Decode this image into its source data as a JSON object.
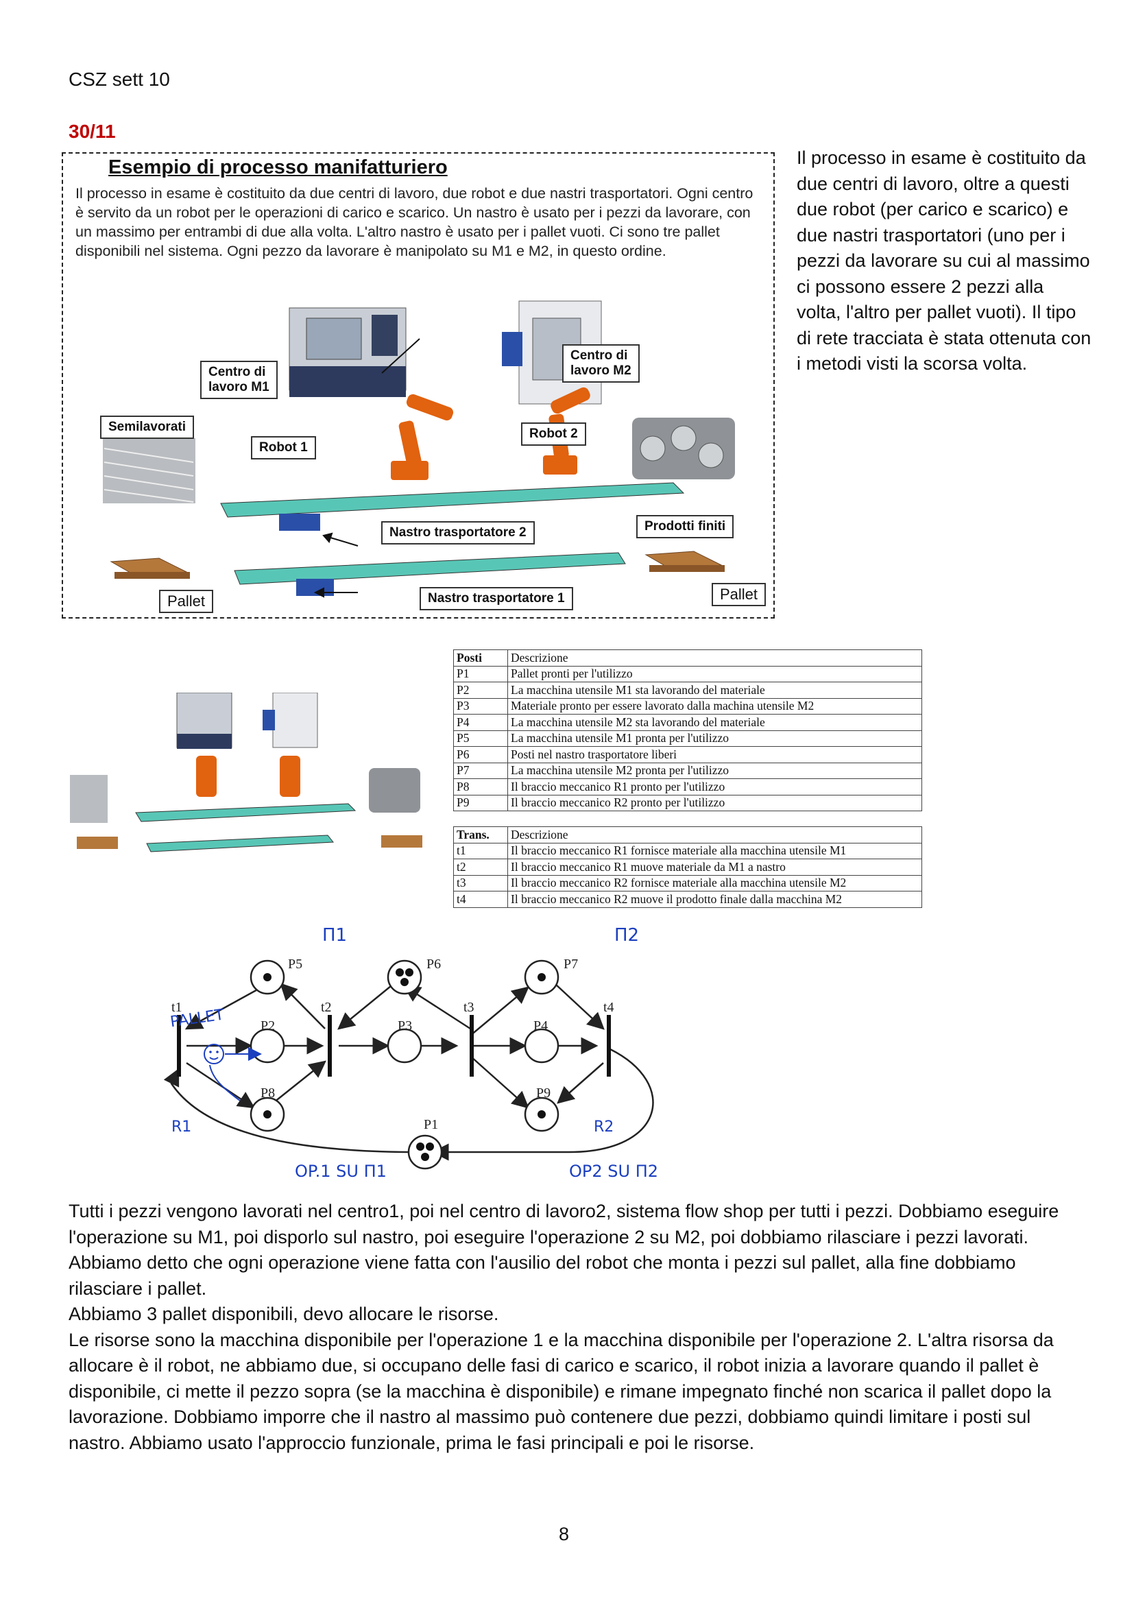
{
  "header": {
    "title": "CSZ sett 10",
    "date": "30/11"
  },
  "slide": {
    "title": "Esempio di processo manifatturiero",
    "text": "Il processo in esame è costituito da due centri di lavoro, due robot e due nastri trasportatori. Ogni centro è servito da un robot per le operazioni di carico e scarico. Un nastro è usato per i pezzi da lavorare, con un massimo per entrambi di due alla volta. L'altro nastro è usato per i pallet vuoti. Ci sono tre pallet disponibili nel sistema. Ogni pezzo da lavorare è manipolato su M1 e M2, in questo ordine.",
    "labels": {
      "centro_m1": "Centro di\nlavoro M1",
      "centro_m2": "Centro di\nlavoro M2",
      "semilavorati": "Semilavorati",
      "robot1": "Robot 1",
      "robot2": "Robot 2",
      "nastro2": "Nastro trasportatore 2",
      "prodotti_finiti": "Prodotti finiti",
      "pallet_left": "Pallet",
      "nastro1": "Nastro trasportatore 1",
      "pallet_right": "Pallet"
    }
  },
  "side_text": "Il processo in esame è costituito da due centri di lavoro, oltre a questi due robot (per carico e scarico) e due nastri trasportatori (uno per i pezzi da lavorare su cui al massimo ci possono essere 2 pezzi alla volta, l'altro per pallet vuoti). Il tipo di rete tracciata è stata ottenuta con i metodi visti la scorsa volta.",
  "places_table": {
    "headers": [
      "Posti",
      "Descrizione"
    ],
    "rows": [
      [
        "P1",
        "Pallet pronti per l'utilizzo"
      ],
      [
        "P2",
        "La macchina utensile M1 sta lavorando del materiale"
      ],
      [
        "P3",
        "Materiale pronto per essere lavorato dalla machina utensile M2"
      ],
      [
        "P4",
        "La macchina utensile M2 sta lavorando del materiale"
      ],
      [
        "P5",
        "La macchina utensile M1 pronta per l'utilizzo"
      ],
      [
        "P6",
        "Posti nel nastro trasportatore liberi"
      ],
      [
        "P7",
        "La macchina utensile M2 pronta per l'utilizzo"
      ],
      [
        "P8",
        "Il braccio meccanico R1 pronto per l'utilizzo"
      ],
      [
        "P9",
        "Il braccio meccanico R2 pronto per l'utilizzo"
      ]
    ]
  },
  "transitions_table": {
    "headers": [
      "Trans.",
      "Descrizione"
    ],
    "rows": [
      [
        "t1",
        "Il braccio meccanico R1 fornisce materiale alla macchina utensile M1"
      ],
      [
        "t2",
        "Il braccio meccanico R1 muove materiale da M1 a nastro"
      ],
      [
        "t3",
        "Il braccio meccanico R2 fornisce materiale alla macchina utensile M2"
      ],
      [
        "t4",
        "Il braccio meccanico R2 muove il prodotto finale dalla macchina M2"
      ]
    ]
  },
  "petri_net": {
    "places": [
      "P5",
      "P6",
      "P7",
      "P2",
      "P3",
      "P4",
      "P8",
      "P9",
      "P1"
    ],
    "transitions": [
      "t1",
      "t2",
      "t3",
      "t4"
    ],
    "handwritten": {
      "m1": "Π1",
      "m2": "Π2",
      "pallet": "PALLET",
      "r1": "R1",
      "r2": "R2",
      "op1": "OP.1 SU Π1",
      "op2": "OP2 SU Π2"
    }
  },
  "body_text": [
    "Tutti i pezzi vengono lavorati nel centro1, poi nel centro di lavoro2, sistema flow shop per tutti i pezzi. Dobbiamo eseguire l'operazione su M1, poi disporlo sul nastro, poi eseguire l'operazione 2 su M2, poi dobbiamo rilasciare i pezzi lavorati. Abbiamo detto che ogni operazione viene fatta con l'ausilio del robot che monta i pezzi sul pallet, alla fine dobbiamo rilasciare i pallet.",
    "Abbiamo 3 pallet disponibili, devo allocare le risorse.",
    "Le risorse sono la macchina disponibile per l'operazione 1 e la macchina disponibile per l'operazione 2. L'altra risorsa da allocare è il robot, ne abbiamo due, si occupano delle fasi di carico e scarico, il robot inizia a lavorare quando il pallet è disponibile, ci mette il pezzo sopra (se la macchina è disponibile) e rimane impegnato finché non scarica il pallet dopo la lavorazione. Dobbiamo imporre che il nastro al massimo può contenere due pezzi, dobbiamo quindi limitare i posti sul nastro. Abbiamo usato l'approccio funzionale, prima le fasi principali e poi le risorse."
  ],
  "page_number": "8"
}
